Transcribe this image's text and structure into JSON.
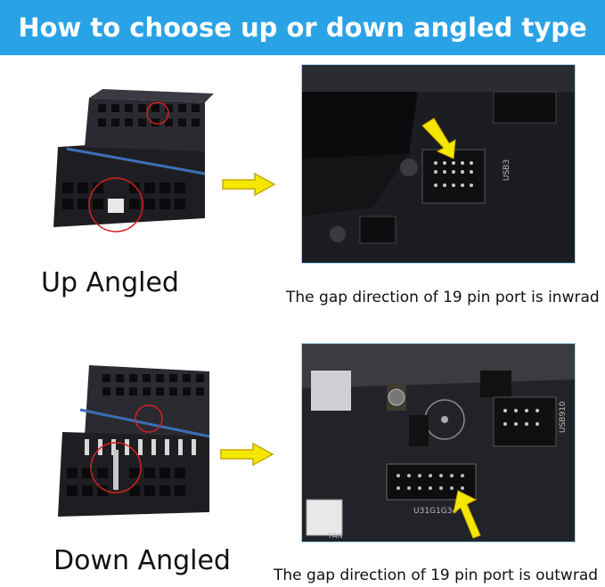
{
  "banner": {
    "title": "How to choose up or down angled type",
    "background": "#2aa3e6"
  },
  "up": {
    "label": "Up Angled",
    "caption": "The gap direction of 19 pin port is inwrad"
  },
  "down": {
    "label": "Down Angled",
    "caption": "The gap direction of 19 pin port is outwrad"
  },
  "board_markings": {
    "up_silk": "USB3",
    "down_silk_port": "U31G1G34",
    "down_silk_usb": "USB910",
    "down_silk_fan": "FAN"
  },
  "colors": {
    "arrow_fill": "#f5e800",
    "arrow_stroke": "#c9a800",
    "circle": "#d42020",
    "board_outline": "#9fd6f5"
  }
}
